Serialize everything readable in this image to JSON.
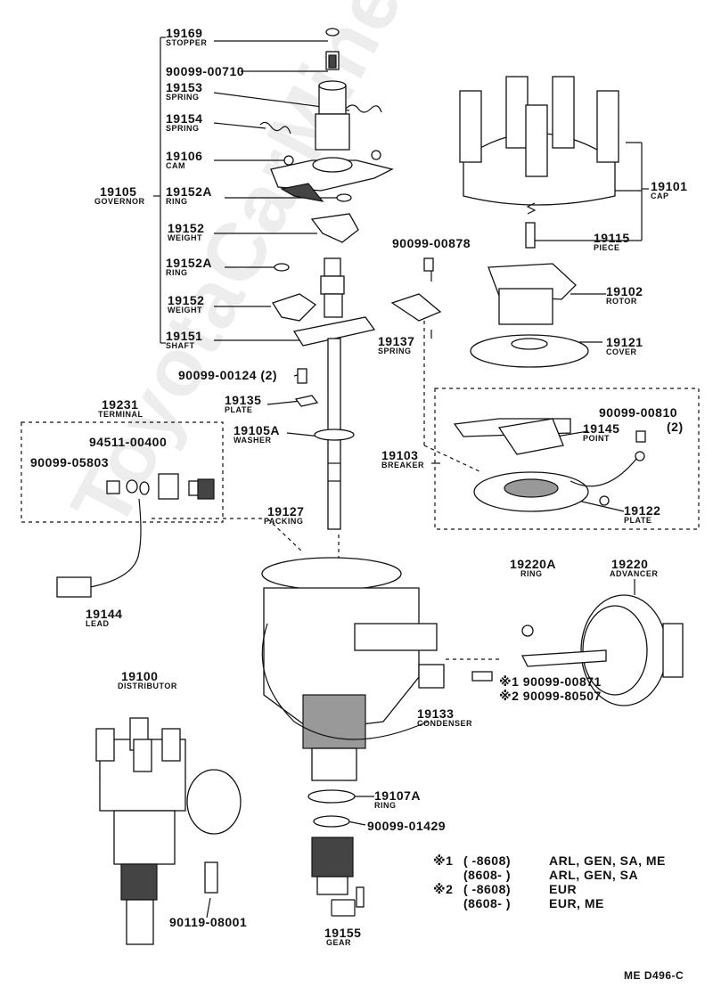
{
  "watermark": "ToyotaCarMine.ru",
  "drawing_code": "ME D496-C",
  "parts": {
    "p19169": {
      "number": "19169",
      "name": "STOPPER"
    },
    "p90099_00710": {
      "number": "90099-00710"
    },
    "p19153": {
      "number": "19153",
      "name": "SPRING"
    },
    "p19154": {
      "number": "19154",
      "name": "SPRING"
    },
    "p19106": {
      "number": "19106",
      "name": "CAM"
    },
    "p19105": {
      "number": "19105",
      "name": "GOVERNOR"
    },
    "p19152A_1": {
      "number": "19152A",
      "name": "RING"
    },
    "p19152_1": {
      "number": "19152",
      "name": "WEIGHT"
    },
    "p19152A_2": {
      "number": "19152A",
      "name": "RING"
    },
    "p19152_2": {
      "number": "19152",
      "name": "WEIGHT"
    },
    "p19151": {
      "number": "19151",
      "name": "SHAFT"
    },
    "p90099_00124": {
      "number": "90099-00124 (2)"
    },
    "p19135": {
      "number": "19135",
      "name": "PLATE"
    },
    "p19105A": {
      "number": "19105A",
      "name": "WASHER"
    },
    "p19231": {
      "number": "19231",
      "name": "TERMINAL"
    },
    "p94511_00400": {
      "number": "94511-00400"
    },
    "p90099_05803": {
      "number": "90099-05803"
    },
    "p19127": {
      "number": "19127",
      "name": "PACKING"
    },
    "p19144": {
      "number": "19144",
      "name": "LEAD"
    },
    "p19101": {
      "number": "19101",
      "name": "CAP"
    },
    "p19115": {
      "number": "19115",
      "name": "PIECE"
    },
    "p90099_00878": {
      "number": "90099-00878"
    },
    "p19102": {
      "number": "19102",
      "name": "ROTOR"
    },
    "p19137": {
      "number": "19137",
      "name": "SPRING"
    },
    "p19121": {
      "number": "19121",
      "name": "COVER"
    },
    "p90099_00810": {
      "number": "90099-00810",
      "qty": "(2)"
    },
    "p19145": {
      "number": "19145",
      "name": "POINT"
    },
    "p19103": {
      "number": "19103",
      "name": "BREAKER"
    },
    "p19122": {
      "number": "19122",
      "name": "PLATE"
    },
    "p19220A": {
      "number": "19220A",
      "name": "RING"
    },
    "p19220": {
      "number": "19220",
      "name": "ADVANCER"
    },
    "p90099_00871": {
      "number": "※1 90099-00871"
    },
    "p90099_80507": {
      "number": "※2 90099-80507"
    },
    "p19100": {
      "number": "19100",
      "name": "DISTRIBUTOR"
    },
    "p19133": {
      "number": "19133",
      "name": "CONDENSER"
    },
    "p19107A": {
      "number": "19107A",
      "name": "RING"
    },
    "p90099_01429": {
      "number": "90099-01429"
    },
    "p90119_08001": {
      "number": "90119-08001"
    },
    "p19155": {
      "number": "19155",
      "name": "GEAR"
    }
  },
  "notes": [
    {
      "mark": "※1",
      "range": "(      -8608)",
      "models": "ARL, GEN, SA, ME"
    },
    {
      "mark": "",
      "range": "(8608-      )",
      "models": "ARL, GEN, SA"
    },
    {
      "mark": "※2",
      "range": "(      -8608)",
      "models": "EUR"
    },
    {
      "mark": "",
      "range": "(8608-      )",
      "models": "EUR, ME"
    }
  ]
}
